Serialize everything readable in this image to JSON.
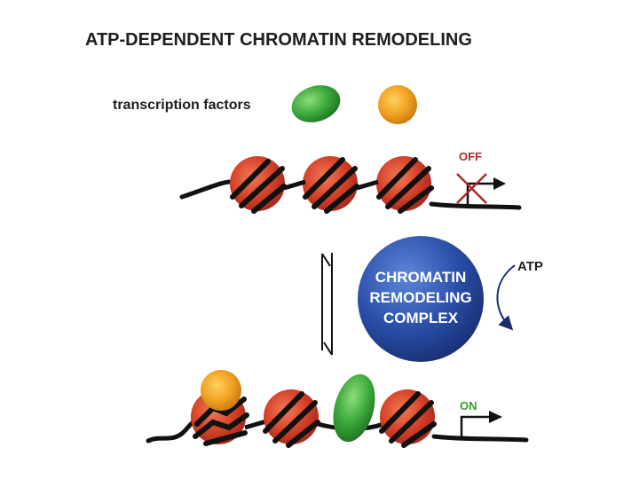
{
  "diagram": {
    "title": "ATP-DEPENDENT CHROMATIN REMODELING",
    "tf_label": "transcription factors",
    "state_off": "OFF",
    "state_on": "ON",
    "complex_line1": "CHROMATIN",
    "complex_line2": "REMODELING",
    "complex_line3": "COMPLEX",
    "atp_label": "ATP"
  },
  "colors": {
    "nucleosome": "#c8321e",
    "dna": "#111111",
    "tf_green": "#3aa83a",
    "tf_orange": "#f0a020",
    "complex_blue": "#2a4fa8",
    "off_red": "#b0282a",
    "on_green": "#3a9a2a",
    "arrow_navy": "#1a2a6e"
  }
}
